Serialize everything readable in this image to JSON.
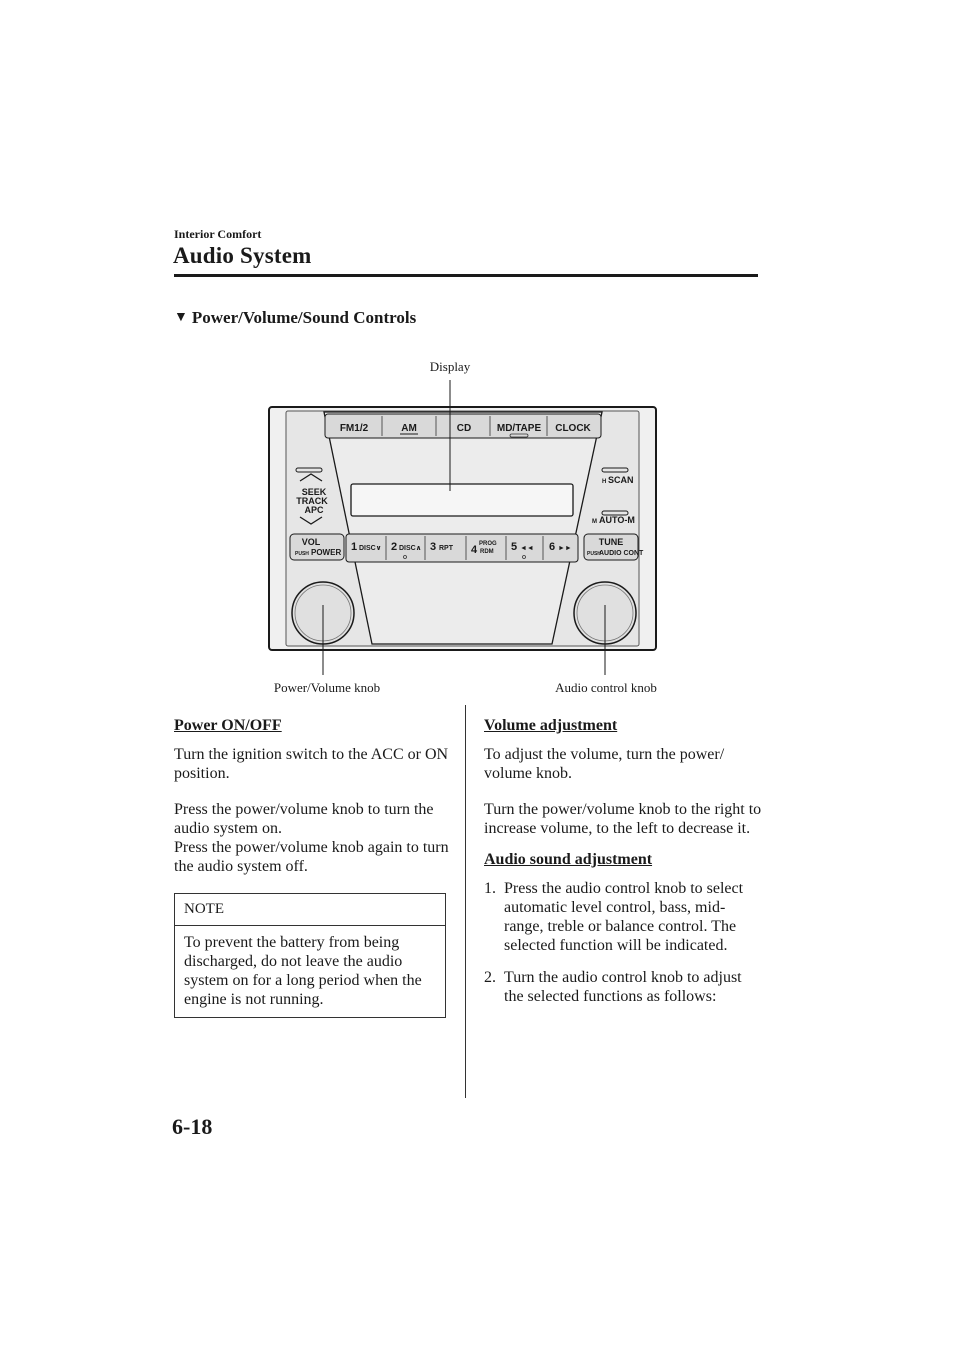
{
  "header": {
    "section_label": "Interior Comfort",
    "title": "Audio System"
  },
  "subsection": {
    "marker_icon": "triangle-down-icon",
    "title": "Power/Volume/Sound Controls"
  },
  "figure": {
    "callouts": {
      "display": "Display",
      "power_volume_knob": "Power/Volume knob",
      "audio_control_knob": "Audio control knob"
    },
    "top_buttons": [
      "FM1/2",
      "AM",
      "CD",
      "MD/TAPE",
      "CLOCK"
    ],
    "seek": [
      "SEEK",
      "TRACK",
      "APC"
    ],
    "scan": {
      "prefix": "H",
      "label": "SCAN"
    },
    "auto_m": {
      "prefix": "M",
      "label": "AUTO-M"
    },
    "vol": {
      "label": "VOL",
      "push": "PUSH",
      "power": "POWER"
    },
    "tune": {
      "label": "TUNE",
      "push": "PUSH",
      "sub": "AUDIO CONT"
    },
    "presets": [
      {
        "num": "1",
        "label": "DISC∨"
      },
      {
        "num": "2",
        "label": "DISC∧"
      },
      {
        "num": "3",
        "label": "RPT"
      },
      {
        "num": "4",
        "label": "PROG",
        "label2": "RDM"
      },
      {
        "num": "5",
        "label": "◄◄"
      },
      {
        "num": "6",
        "label": "►►"
      }
    ]
  },
  "left_column": {
    "heading": "Power ON/OFF",
    "p1": "Turn the ignition switch to the ACC or ON position.",
    "p2a": "Press the power/volume knob to turn the audio system on.",
    "p2b": "Press the power/volume knob again to turn the audio system off.",
    "note": {
      "title": "NOTE",
      "text": "To prevent the battery from being discharged, do not leave the audio system on for a long period when the engine is not running."
    }
  },
  "right_column": {
    "volume": {
      "heading": "Volume adjustment",
      "p1": "To adjust the volume, turn the power/ volume knob.",
      "p2": "Turn the power/volume knob to the right to increase volume, to the left to decrease it."
    },
    "sound": {
      "heading": "Audio sound adjustment",
      "steps": [
        {
          "num": "1.",
          "text": "Press the audio control knob to select automatic level control, bass, mid-range, treble or balance control. The selected function will be indicated."
        },
        {
          "num": "2.",
          "text": "Turn the audio control knob to adjust the selected functions as follows:"
        }
      ]
    }
  },
  "footer": {
    "page_number": "6-18"
  }
}
